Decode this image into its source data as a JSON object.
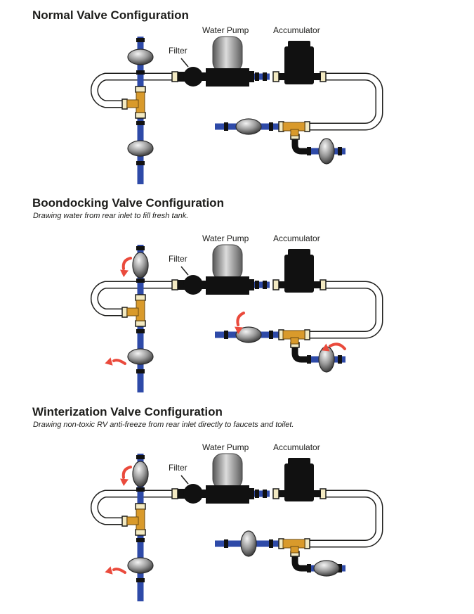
{
  "sections": [
    {
      "title": "Normal Valve Configuration",
      "subtitle": "",
      "labels": {
        "water_pump": "Water Pump",
        "accumulator": "Accumulator",
        "filter": "Filter"
      },
      "valve_states": {
        "top_left": "closed",
        "bottom_left": "closed",
        "right_inline": "open",
        "right_lower": "closed"
      }
    },
    {
      "title": "Boondocking Valve Configuration",
      "subtitle": "Drawing water from rear inlet to fill fresh tank.",
      "labels": {
        "water_pump": "Water Pump",
        "accumulator": "Accumulator",
        "filter": "Filter"
      },
      "valve_states": {
        "top_left": "open",
        "bottom_left": "closed",
        "right_inline": "open",
        "right_lower": "closed"
      }
    },
    {
      "title": "Winterization Valve Configuration",
      "subtitle": "Drawing non-toxic RV anti-freeze from rear inlet directly to faucets and toilet.",
      "labels": {
        "water_pump": "Water Pump",
        "accumulator": "Accumulator",
        "filter": "Filter"
      },
      "valve_states": {
        "top_left": "open",
        "bottom_left": "closed",
        "right_inline": "closed",
        "right_lower": "open"
      }
    }
  ],
  "colors": {
    "pipe_blue": "#2e4aa8",
    "fitting_brass": "#d99a2b",
    "fitting_cream": "#f3eac2",
    "arrow_red": "#ea4a3c",
    "component_black": "#111111"
  }
}
